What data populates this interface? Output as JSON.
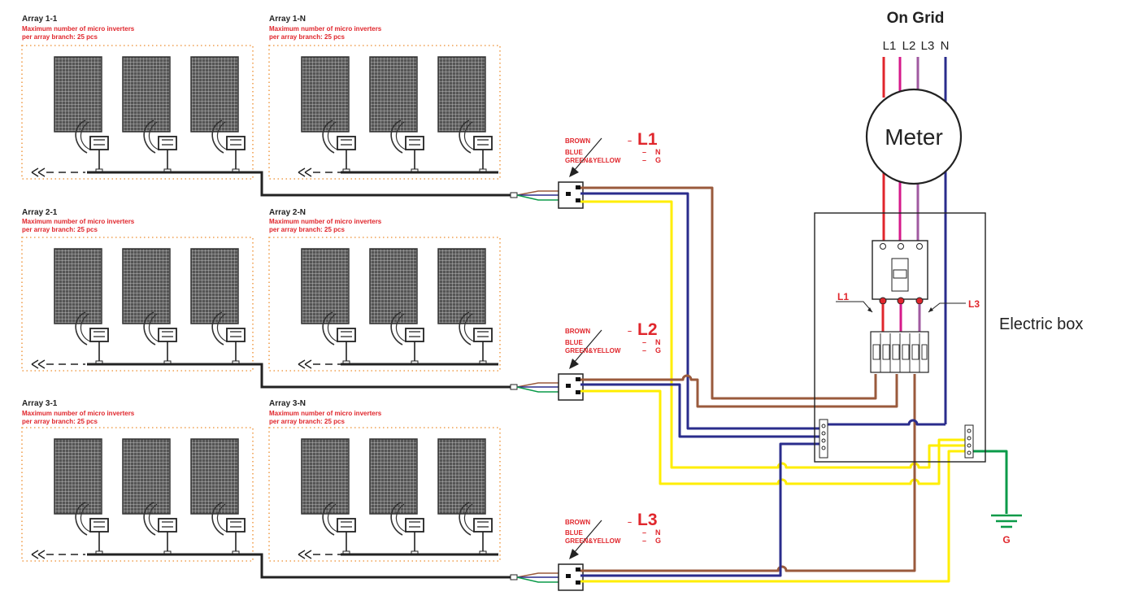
{
  "header": {
    "title": "On Grid",
    "phases": [
      "L1",
      "L2",
      "L3",
      "N"
    ]
  },
  "meter": {
    "label": "Meter"
  },
  "electric_box": {
    "label": "Electric box"
  },
  "breaker_labels": {
    "left": "L1",
    "right": "L3"
  },
  "ground": {
    "label": "G"
  },
  "arrays": [
    {
      "name": "Array 1-1",
      "line1": "Maximum number of micro inverters",
      "line2": "per array branch: 25 pcs"
    },
    {
      "name": "Array 1-N",
      "line1": "Maximum number of micro inverters",
      "line2": "per array branch: 25 pcs"
    },
    {
      "name": "Array 2-1",
      "line1": "Maximum number of micro inverters",
      "line2": "per array branch: 25 pcs"
    },
    {
      "name": "Array 2-N",
      "line1": "Maximum number of micro inverters",
      "line2": "per array branch: 25 pcs"
    },
    {
      "name": "Array 3-1",
      "line1": "Maximum number of micro inverters",
      "line2": "per array branch: 25 pcs"
    },
    {
      "name": "Array 3-N",
      "line1": "Maximum number of micro inverters",
      "line2": "per array branch: 25 pcs"
    }
  ],
  "branches": [
    {
      "phase": "L1",
      "brown": "BROWN",
      "blue": "BLUE",
      "gy": "GREEN&YELLOW",
      "n": "N",
      "g": "G"
    },
    {
      "phase": "L2",
      "brown": "BROWN",
      "blue": "BLUE",
      "gy": "GREEN&YELLOW",
      "n": "N",
      "g": "G"
    },
    {
      "phase": "L3",
      "brown": "BROWN",
      "blue": "BLUE",
      "gy": "GREEN&YELLOW",
      "n": "N",
      "g": "G"
    }
  ],
  "colors": {
    "red": "#e0262c",
    "magenta": "#d6198a",
    "purple": "#a05aa0",
    "blue": "#2a2c8c",
    "brown": "#9a5a3c",
    "yellow": "#ffee00",
    "green": "#0a9a48",
    "orange_dot": "#f0a050"
  }
}
